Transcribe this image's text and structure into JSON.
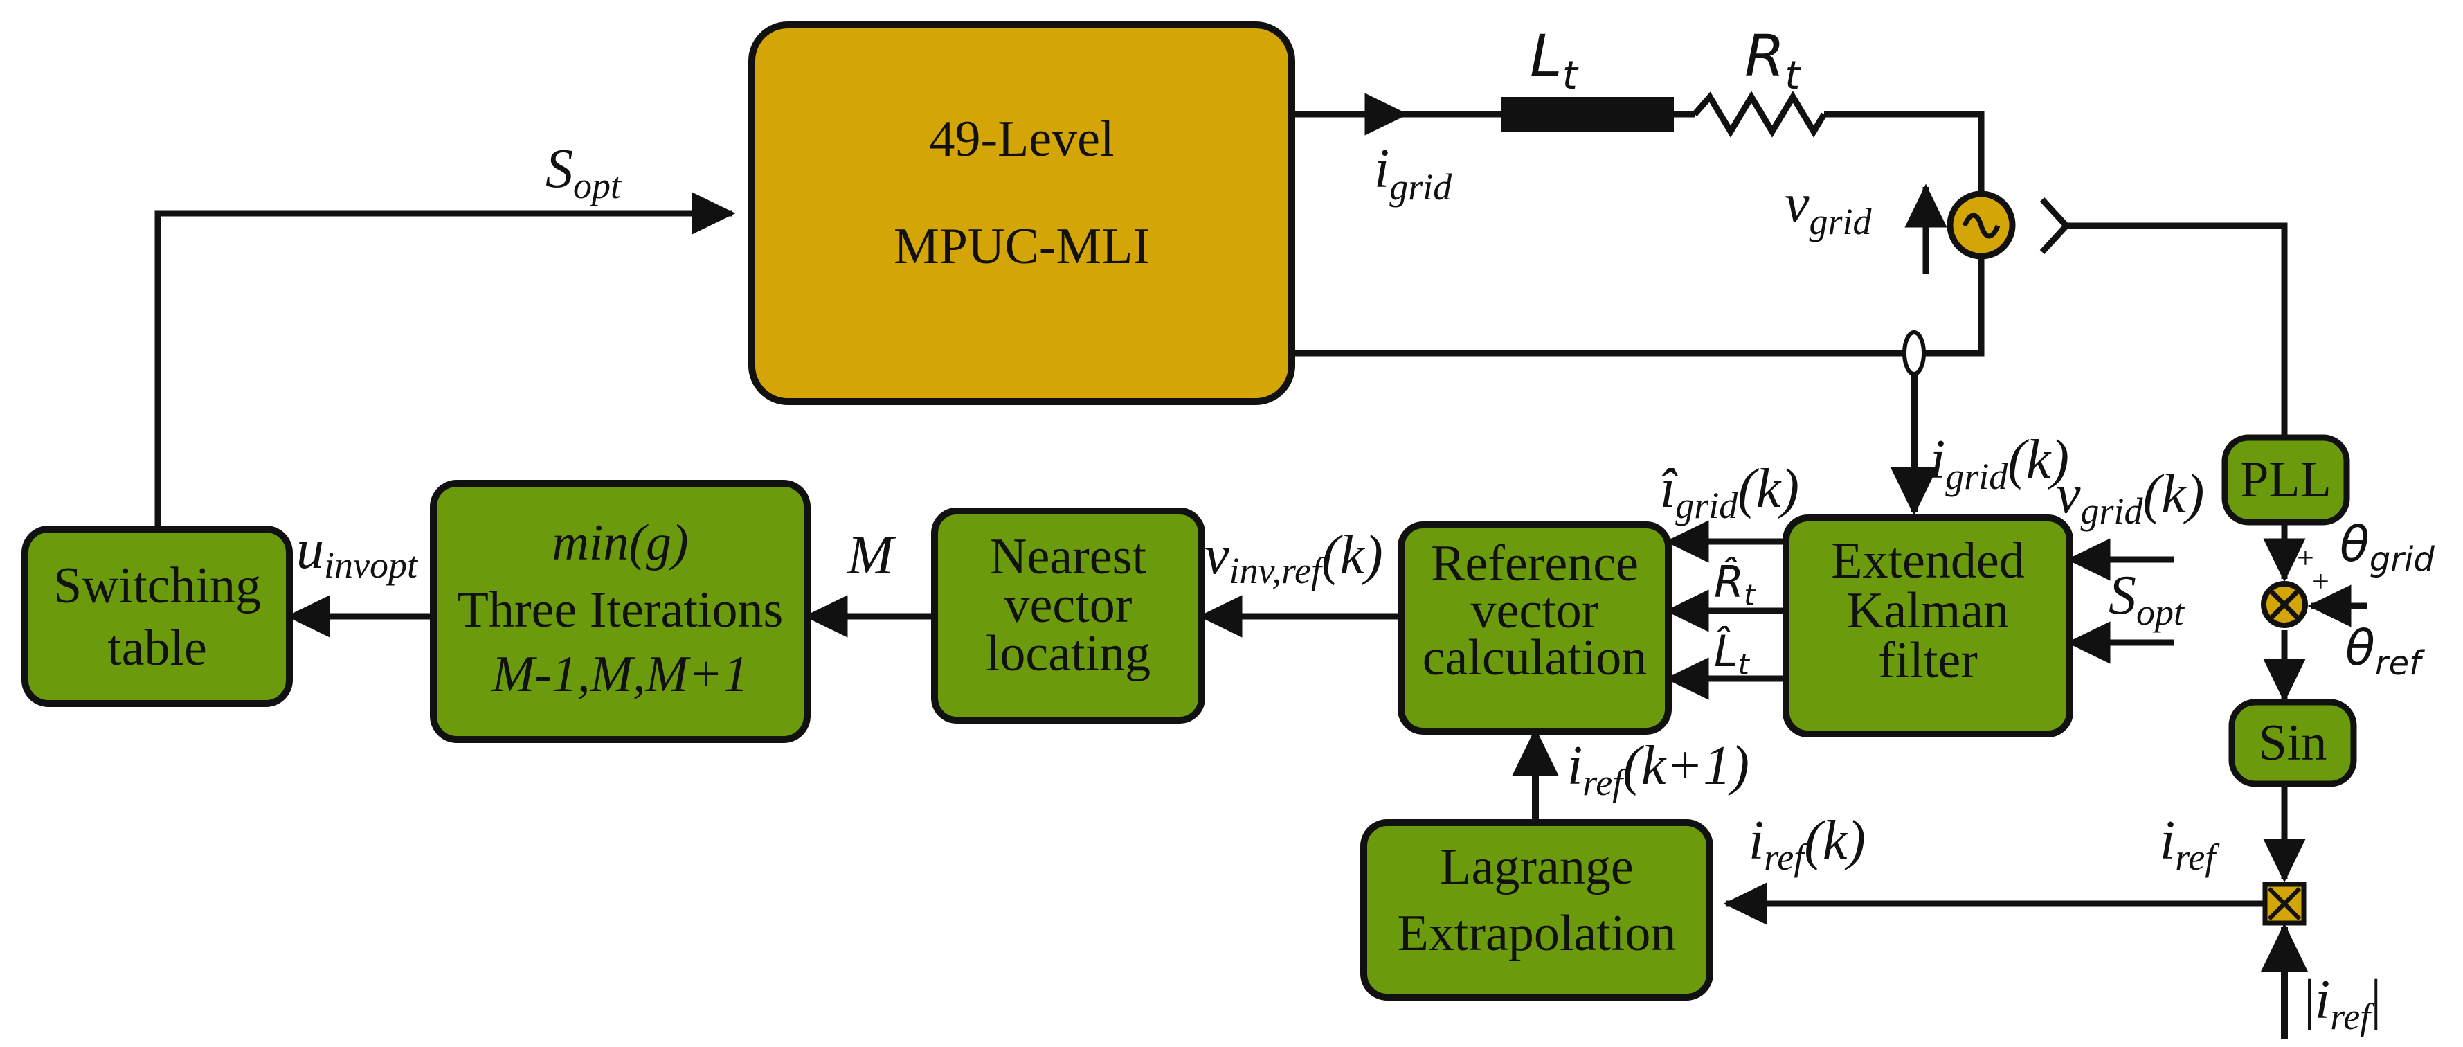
{
  "colors": {
    "green_block": "#6B9B0C",
    "gold_block": "#D4A507",
    "stroke": "#111111"
  },
  "blocks": {
    "mli": {
      "line1": "49-Level",
      "line2": "MPUC-MLI"
    },
    "switching_table": {
      "line1": "Switching",
      "line2": "table"
    },
    "min_g": {
      "line1": "min(g)",
      "line2": "Three Iterations",
      "line3": "M-1,M,M+1"
    },
    "nearest": {
      "line1": "Nearest",
      "line2": "vector",
      "line3": "locating"
    },
    "reference": {
      "line1": "Reference",
      "line2": "vector",
      "line3": "calculation"
    },
    "ekf": {
      "line1": "Extended",
      "line2": "Kalman",
      "line3": "filter"
    },
    "pll": {
      "line1": "PLL"
    },
    "sin": {
      "line1": "Sin"
    },
    "lagrange": {
      "line1": "Lagrange",
      "line2": "Extrapolation"
    }
  },
  "labels": {
    "Lt": {
      "main": "L",
      "sub": "t"
    },
    "Rt": {
      "main": "R",
      "sub": "t"
    },
    "igrid": {
      "main": "i",
      "sub": "grid"
    },
    "vgrid": {
      "main": "v",
      "sub": "grid"
    },
    "sopt_top": {
      "main": "S",
      "sub": "opt"
    },
    "igrid_k": {
      "main": "i",
      "sub": "grid",
      "post": "(k)"
    },
    "igrid_hat_k": {
      "main": "î",
      "sub": "grid",
      "post": "(k)"
    },
    "vgrid_k": {
      "main": "v",
      "sub": "grid",
      "post": "(k)"
    },
    "Rt_hat": {
      "main": "R̂",
      "sub": "t"
    },
    "Lt_hat": {
      "main": "L̂",
      "sub": "t"
    },
    "sopt_right": {
      "main": "S",
      "sub": "opt"
    },
    "uinvopt": {
      "main": "u",
      "sub": "invopt"
    },
    "M": {
      "main": "M"
    },
    "vinvref_k": {
      "main": "v",
      "sub": "inv,ref",
      "post": "(k)"
    },
    "iref_k1": {
      "main": "i",
      "sub": "ref",
      "post": "(k+1)"
    },
    "iref_k": {
      "main": "i",
      "sub": "ref",
      "post": "(k)"
    },
    "iref": {
      "main": "i",
      "sub": "ref"
    },
    "abs_iref": {
      "pre": "|",
      "main": "i",
      "sub": "ref",
      "post": "|"
    },
    "theta_grid": {
      "main": "θ",
      "sub": "grid"
    },
    "theta_ref": {
      "main": "θ",
      "sub": "ref"
    },
    "plus1": "+",
    "plus2": "+",
    "ac_symbol": "~"
  }
}
